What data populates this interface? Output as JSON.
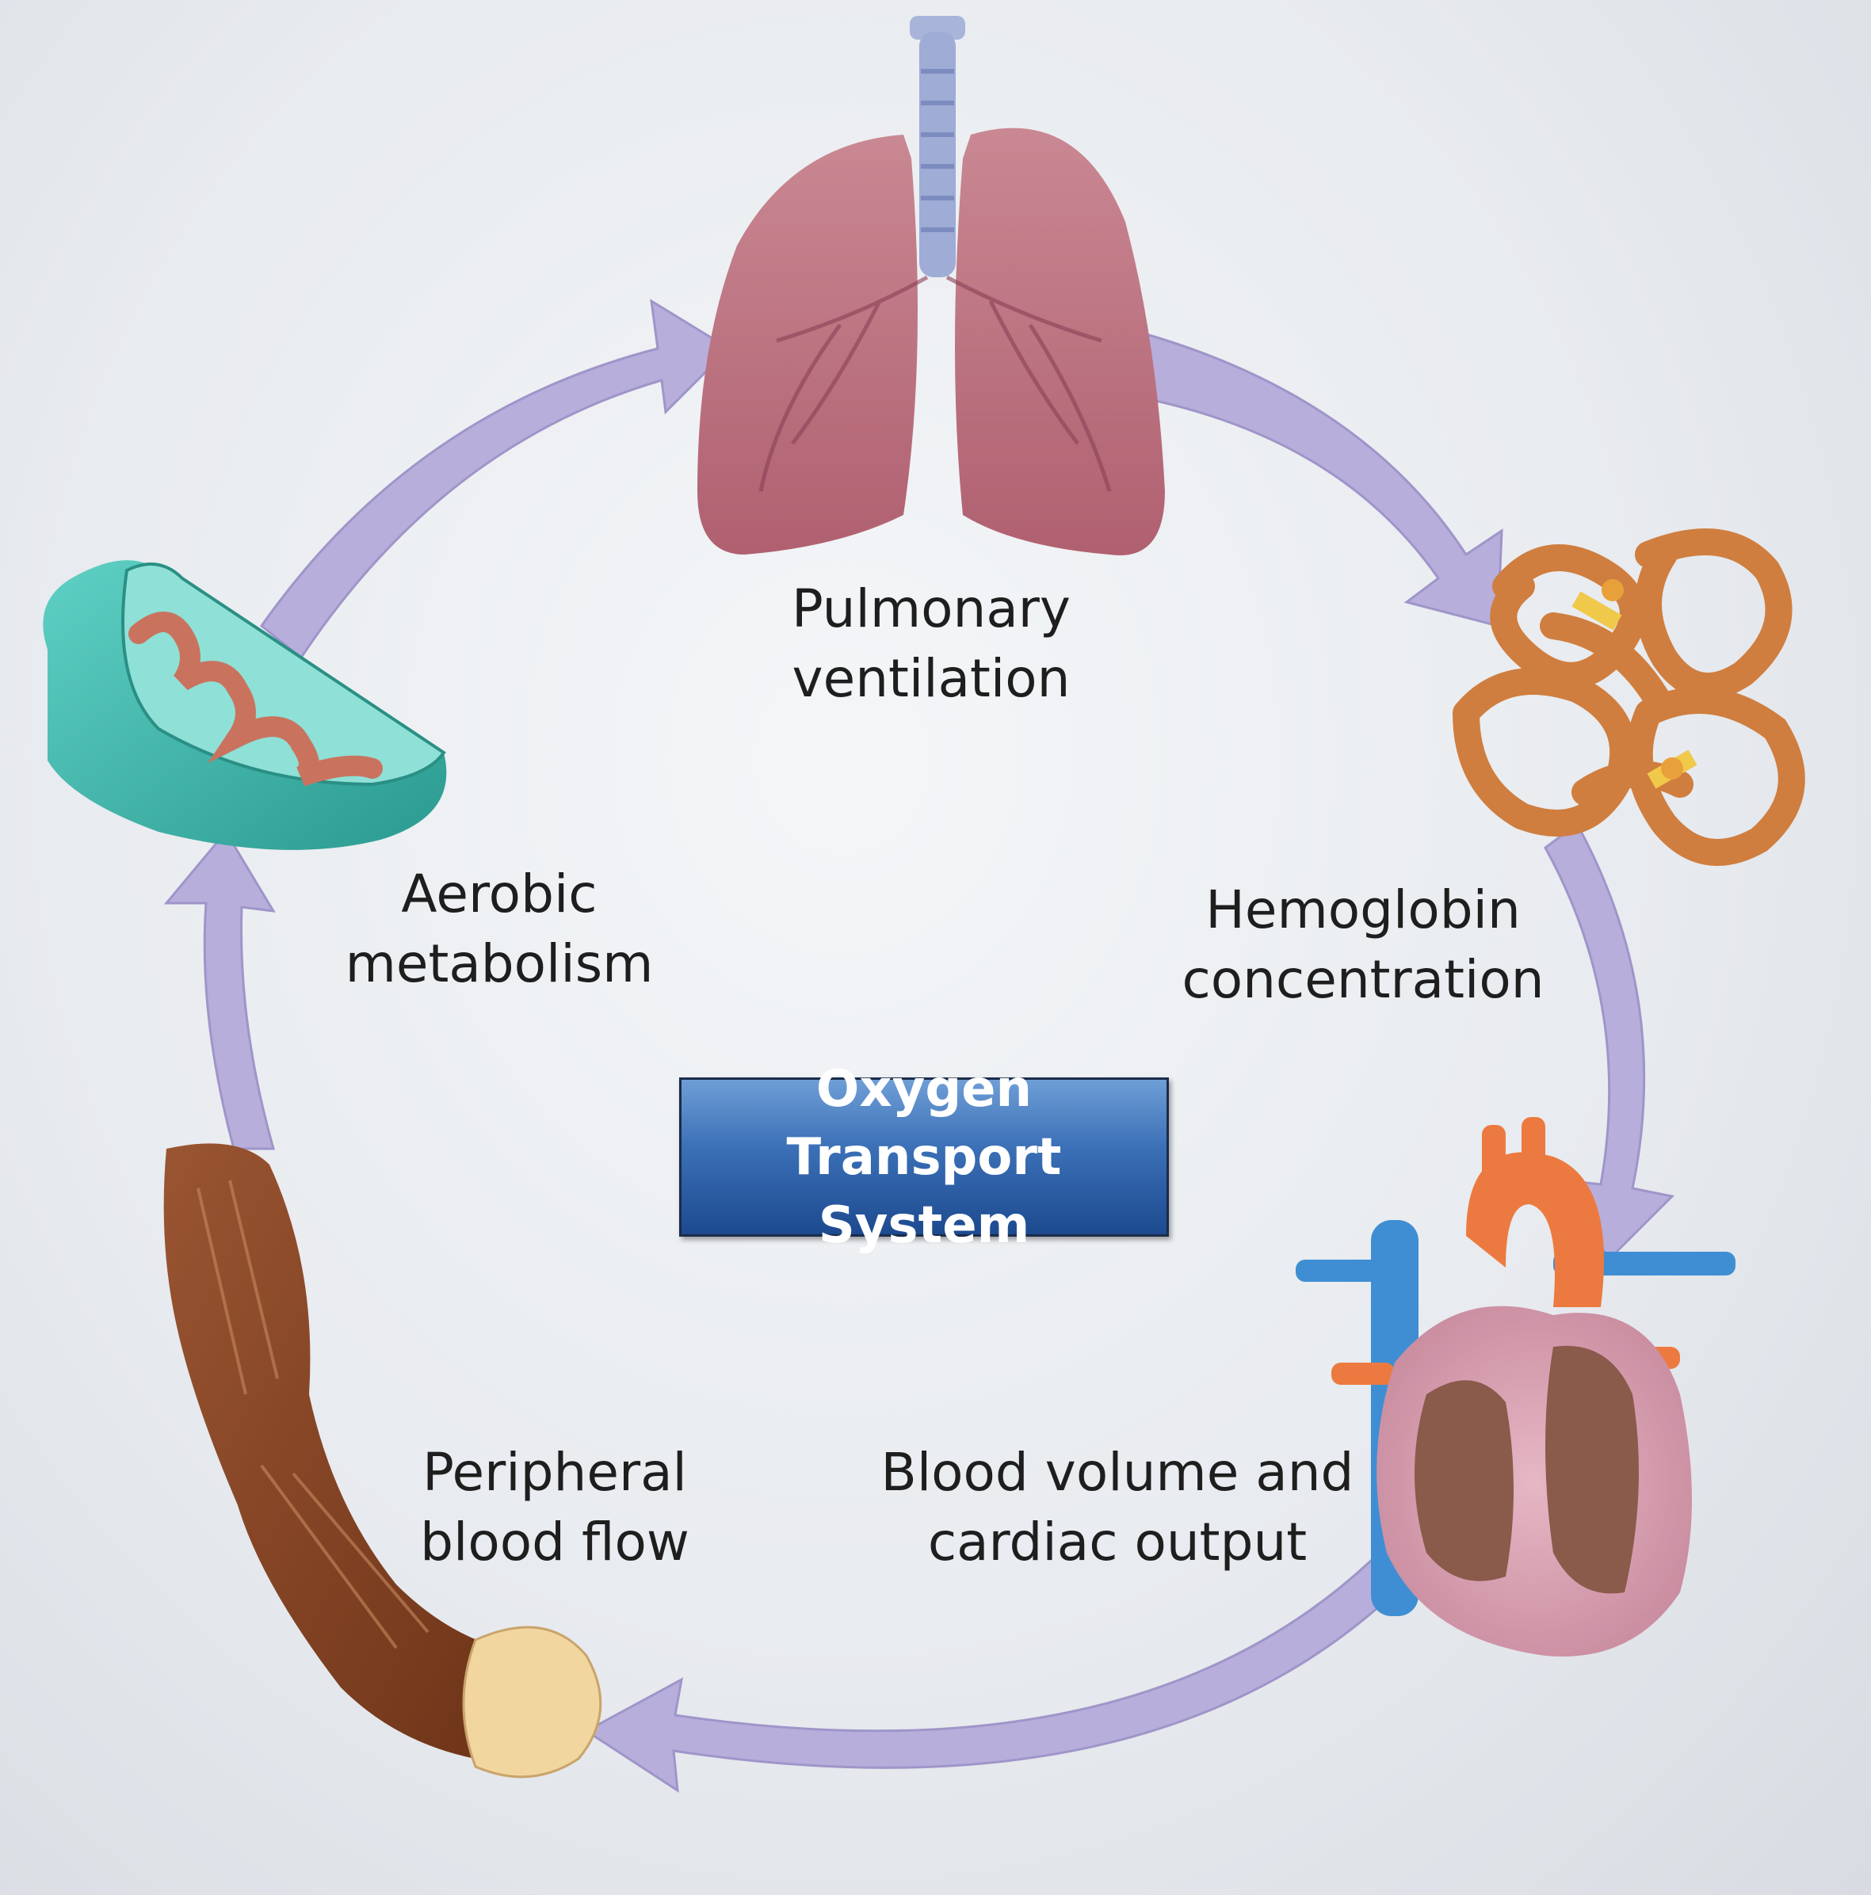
{
  "diagram": {
    "title": "Oxygen Transport\nSystem",
    "stages": {
      "pulmonary": "Pulmonary\nventilation",
      "hemoglobin": "Hemoglobin\nconcentration",
      "blood": "Blood volume and\ncardiac output",
      "peripheral": "Peripheral\nblood flow",
      "aerobic": "Aerobic\nmetabolism"
    },
    "icons": [
      "lungs-icon",
      "hemoglobin-icon",
      "heart-icon",
      "arm-muscle-icon",
      "mitochondrion-icon"
    ],
    "colors": {
      "arrow": "#b7aedb",
      "title_box": "#2e5fa6",
      "lungs": "#c0707d",
      "hemoglobin": "#d88a48",
      "mitochondrion": "#3fb7ab",
      "muscle": "#8a4a2a"
    }
  }
}
